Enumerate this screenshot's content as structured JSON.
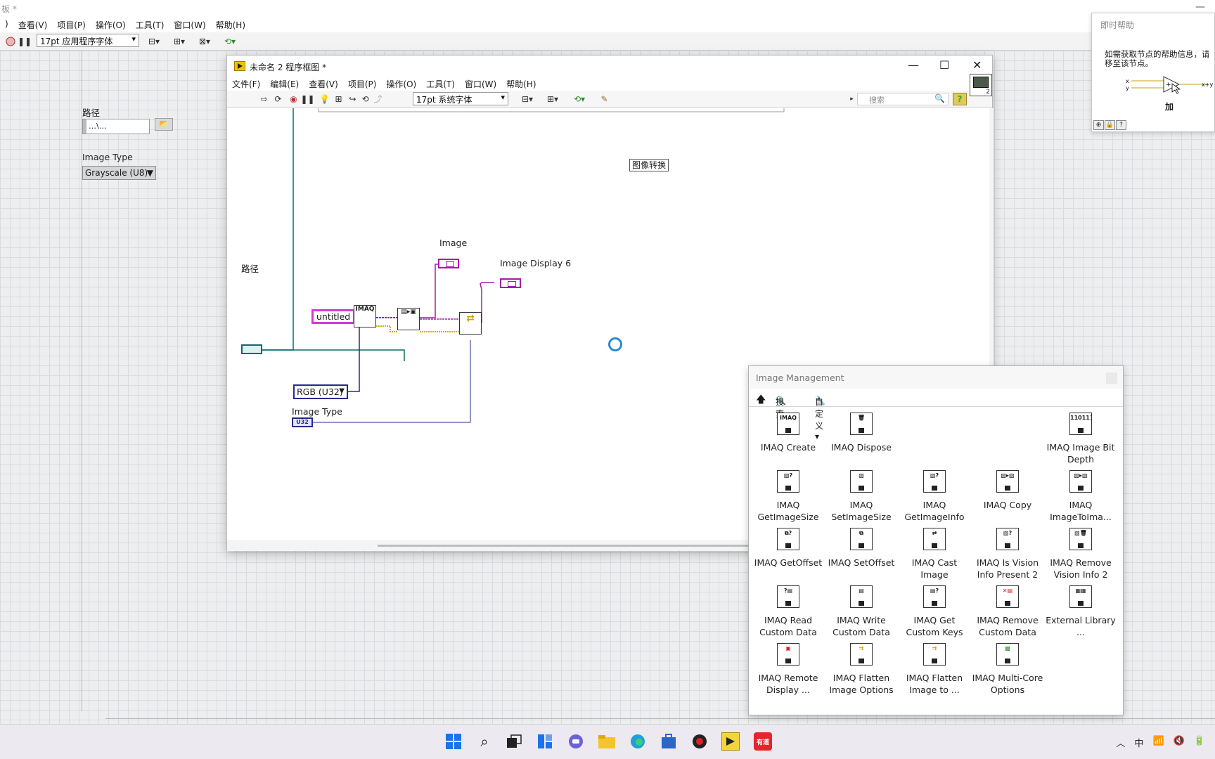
{
  "front_panel": {
    "title": "板 *",
    "menu": [
      "查看(V)",
      "项目(P)",
      "操作(O)",
      "工具(T)",
      "窗口(W)",
      "帮助(H)"
    ],
    "font": "17pt 应用程序字体",
    "path_label": "路径",
    "path_value": "…\\…",
    "image_type_label": "Image Type",
    "image_type_value": "Grayscale (U8)"
  },
  "context_help": {
    "title": "即时帮助",
    "message": "如需获取节点的帮助信息，请移至该节点。",
    "function_name": "加",
    "input_x": "x",
    "input_y": "y",
    "output": "x+y"
  },
  "block_diagram": {
    "title": "未命名 2 程序框图 *",
    "menu": [
      "文件(F)",
      "编辑(E)",
      "查看(V)",
      "项目(P)",
      "操作(O)",
      "工具(T)",
      "窗口(W)",
      "帮助(H)"
    ],
    "font": "17pt 系统字体",
    "search_placeholder": "搜索",
    "vi_icon_number": "2",
    "free_label": "图像转换",
    "labels": {
      "image": "Image",
      "image_display": "Image Display 6",
      "path": "路径",
      "image_type": "Image Type"
    },
    "constants": {
      "untitled": "untitled",
      "rgb": "RGB (U32)",
      "u32": "U32"
    },
    "node_create": "IMAQ"
  },
  "palette": {
    "title": "Image Management",
    "search_label": "搜索",
    "customize_label": "自定义▾",
    "items": [
      {
        "label": "IMAQ Create",
        "icon": "IMAQ"
      },
      {
        "label": "IMAQ Dispose",
        "icon": "🗑"
      },
      {
        "label": "IMAQ Image Bit Depth",
        "icon": "11011110"
      },
      {
        "label": "IMAQ GetImageSize",
        "icon": "▧?"
      },
      {
        "label": "IMAQ SetImageSize",
        "icon": "▧"
      },
      {
        "label": "IMAQ GetImageInfo",
        "icon": "▧?"
      },
      {
        "label": "IMAQ Copy",
        "icon": "▧▸▧"
      },
      {
        "label": "IMAQ ImageToIma...",
        "icon": "▧▸▧"
      },
      {
        "label": "IMAQ GetOffset",
        "icon": "⧉?"
      },
      {
        "label": "IMAQ SetOffset",
        "icon": "⧉"
      },
      {
        "label": "IMAQ Cast Image",
        "icon": "⇄"
      },
      {
        "label": "IMAQ Is Vision Info Present 2",
        "icon": "▧?"
      },
      {
        "label": "IMAQ Remove Vision Info 2",
        "icon": "▧🗑"
      },
      {
        "label": "IMAQ Read Custom Data",
        "icon": "?▤"
      },
      {
        "label": "IMAQ Write Custom Data",
        "icon": "▤"
      },
      {
        "label": "IMAQ Get Custom Keys",
        "icon": "▤?"
      },
      {
        "label": "IMAQ Remove Custom Data",
        "icon": "✕▤"
      },
      {
        "label": "External Library ...",
        "icon": "▦▦"
      },
      {
        "label": "IMAQ Remote Display ...",
        "icon": "▣"
      },
      {
        "label": "IMAQ Flatten Image Options",
        "icon": "⇉"
      },
      {
        "label": "IMAQ Flatten Image to ...",
        "icon": "⇉"
      },
      {
        "label": "IMAQ Multi-Core Options",
        "icon": "▩"
      }
    ]
  },
  "taskbar": {
    "ime": "中",
    "youdao": "有道"
  },
  "colors": {
    "path_wire": "#0e6b6b",
    "image_wire": "#a51fa5",
    "enum_wire": "#262b8a",
    "error_wire": "#c8b400"
  }
}
